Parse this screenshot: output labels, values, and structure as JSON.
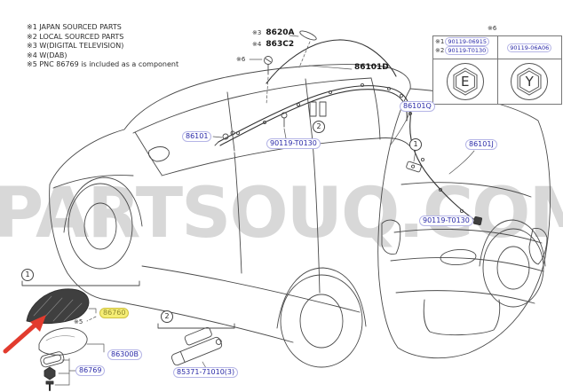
{
  "watermark": {
    "text": "PARTSOUQ.COM",
    "color": "#d8d8d8"
  },
  "legend": {
    "items": [
      "※1 JAPAN SOURCED PARTS",
      "※2 LOCAL SOURCED PARTS",
      "※3 W(DIGITAL TELEVISION)",
      "※4 W(DAB)",
      "※5 PNC 86769 is included as a component"
    ]
  },
  "notes": {
    "n1": "※1",
    "n2": "※2",
    "n3": "※3",
    "n4": "※4",
    "n5": "※5",
    "n6": "※6"
  },
  "markers": {
    "one": "1",
    "two": "2"
  },
  "parts": {
    "p8620A": "8620A",
    "p863C2": "863C2",
    "p86101D": "86101D",
    "p86101": "86101",
    "p90119_T0130": "90119-T0130",
    "p86101Q": "86101Q",
    "p86101J": "86101J",
    "p90119_06915": "90119-06915",
    "p90119_06A06": "90119-06A06",
    "p86760": "86760",
    "p86300B": "86300B",
    "p86769": "86769",
    "p85371": "85371-71010(3)"
  },
  "nut_table": {
    "note": "※6",
    "left": {
      "rows": [
        {
          "note": "※1",
          "part": "90119-06915"
        },
        {
          "note": "※2",
          "part": "90119-T0130"
        }
      ],
      "symbol": "E"
    },
    "right": {
      "part": "90119-06A06",
      "symbol": "Y"
    }
  },
  "colors": {
    "label_blue": "#2a2aa8",
    "highlight_yellow": "#f6ee75",
    "arrow_red": "#e23b2e",
    "watermark_gray": "#d8d8d8"
  }
}
